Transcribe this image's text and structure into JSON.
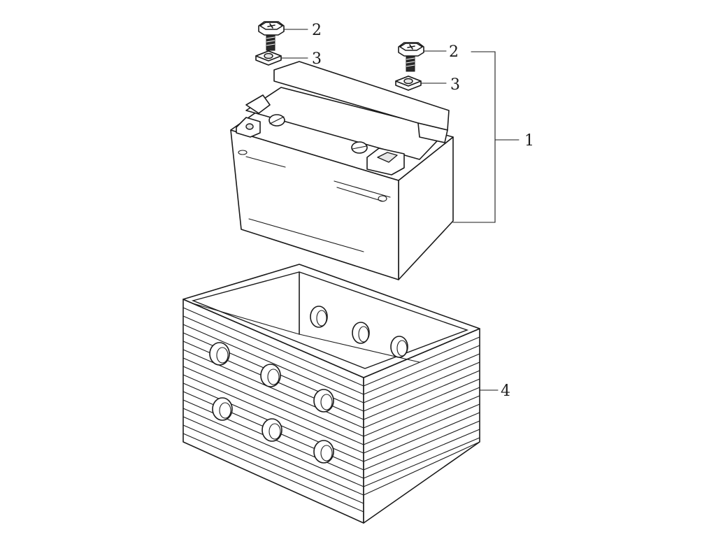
{
  "callouts": {
    "bolt_left": "2",
    "nut_left": "3",
    "bolt_right": "2",
    "nut_right": "3",
    "battery": "1",
    "battery_box": "4"
  },
  "parts": [
    {
      "number": "1",
      "icon": "battery-icon"
    },
    {
      "number": "2",
      "icon": "terminal-bolt-icon"
    },
    {
      "number": "3",
      "icon": "square-nut-icon"
    },
    {
      "number": "4",
      "icon": "battery-box-icon"
    }
  ],
  "colors": {
    "line": "#1a1a1a",
    "background": "#ffffff"
  }
}
